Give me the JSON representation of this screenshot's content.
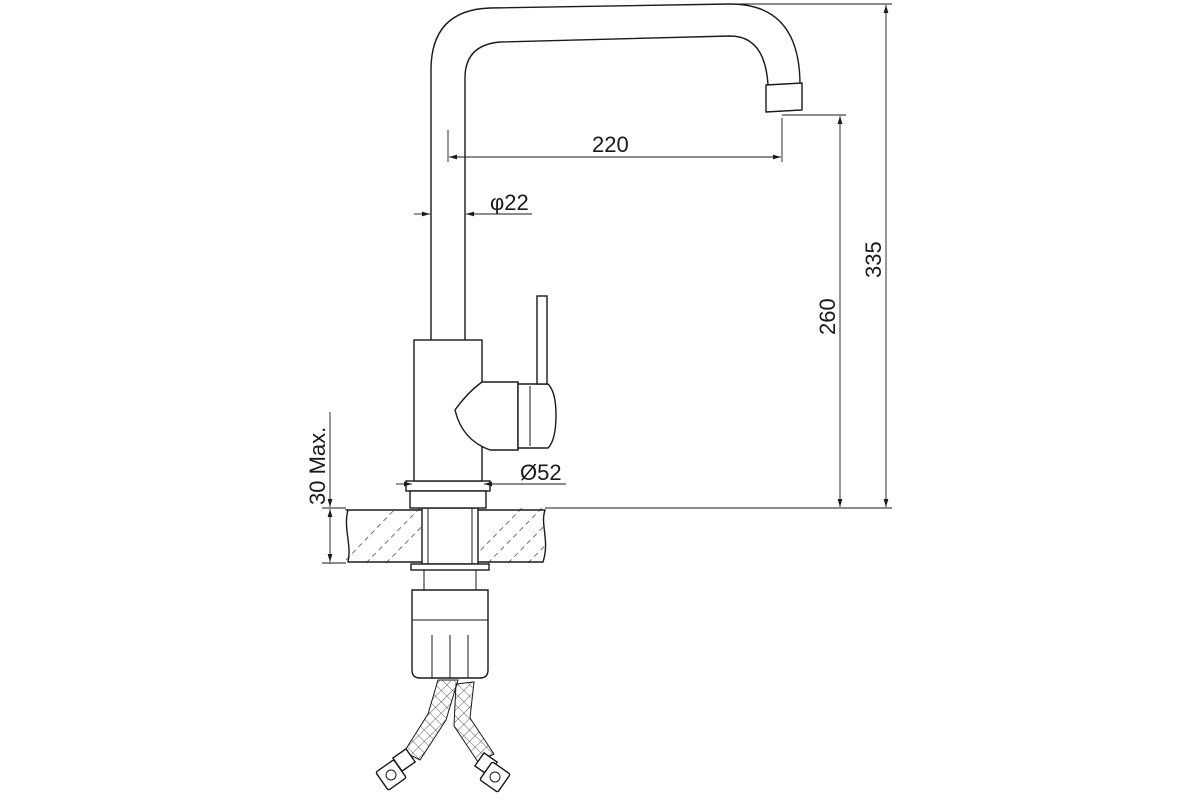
{
  "dimensions": {
    "spout_reach": "220",
    "pipe_diameter": "φ22",
    "spout_height": "260",
    "total_height": "335",
    "base_diameter": "Ø52",
    "countertop_thickness": "30 Max."
  }
}
